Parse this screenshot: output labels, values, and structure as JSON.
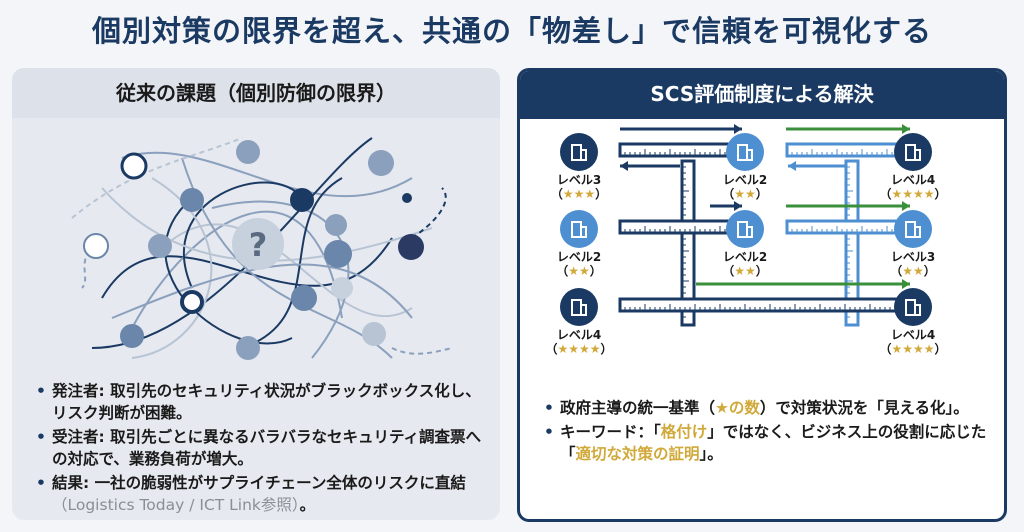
{
  "title": "個別対策の限界を超え、共通の「物差し」で信頼を可視化する",
  "left": {
    "header": "従来の課題（個別防御の限界）",
    "center_mark": "?",
    "bullets": [
      {
        "text": "発注者: 取引先のセキュリティ状況がブラックボックス化し、リスク判断が困難。"
      },
      {
        "text": "受注者: 取引先ごとに異なるバラバラなセキュリティ調査票への対応で、業務負荷が増大。"
      },
      {
        "text": "結果: 一社の脆弱性がサプライチェーン全体のリスクに直結",
        "note": "（Logistics Today / ICT Link参照）",
        "end": "。"
      }
    ]
  },
  "right": {
    "header": "SCS評価制度による解決",
    "nodes": [
      {
        "level": "レベル3",
        "stars": "★★★",
        "variant": "dark"
      },
      {
        "level": "レベル2",
        "stars": "★★",
        "variant": "light"
      },
      {
        "level": "レベル4",
        "stars": "★★★★",
        "variant": "dark"
      },
      {
        "level": "レベル2",
        "stars": "★★",
        "variant": "light"
      },
      {
        "level": "レベル2",
        "stars": "★★",
        "variant": "light"
      },
      {
        "level": "レベル3",
        "stars": "★★",
        "variant": "light"
      },
      {
        "level": "レベル4",
        "stars": "★★★★",
        "variant": "dark"
      },
      {
        "level": "レベル4",
        "stars": "★★★★",
        "variant": "dark"
      }
    ],
    "paren_open": "（",
    "paren_close": "）",
    "bullets": [
      {
        "a": "政府主導の統一基準（",
        "hl": "★の数",
        "b": "）で対策状況を「見える化」。"
      },
      {
        "a": "キーワード：「",
        "hl": "格付け",
        "b": "」ではなく、ビジネス上の役割に応じた「",
        "hl2": "適切な対策の証明",
        "c": "」。"
      }
    ]
  },
  "colors": {
    "navy": "#1b3a63",
    "light_blue": "#4d8fd1",
    "green": "#3a8f3a",
    "gold": "#d1a93a"
  }
}
